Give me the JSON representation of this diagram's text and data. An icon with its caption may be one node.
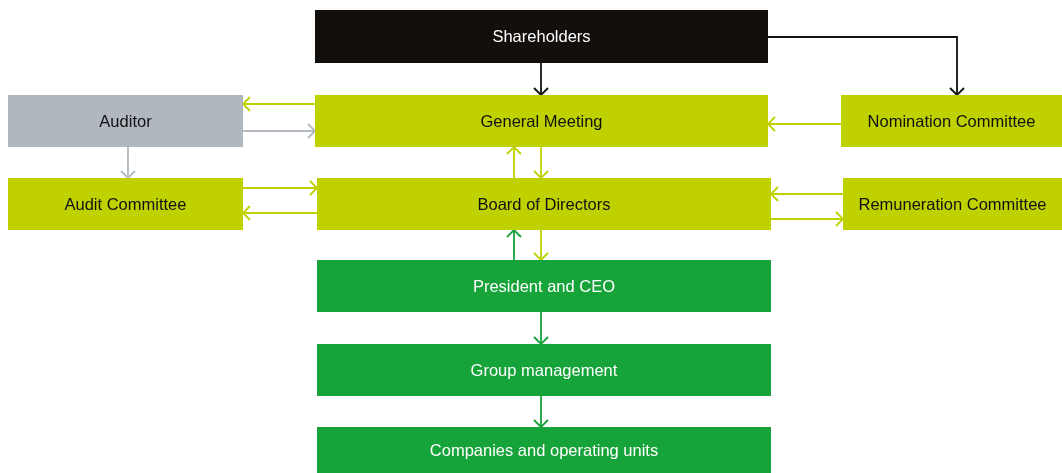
{
  "diagram": {
    "nodes": [
      {
        "text": [
          "Shareholders"
        ]
      },
      {
        "text": [
          "Auditor"
        ]
      },
      {
        "text": [
          "General Meeting"
        ]
      },
      {
        "text": [
          "Nomination Committee"
        ]
      },
      {
        "text": [
          "Audit Committee"
        ]
      },
      {
        "text": [
          "Board of Directors"
        ]
      },
      {
        "text": [
          "Remuneration Committee"
        ]
      },
      {
        "text": [
          "President and CEO"
        ]
      },
      {
        "text": [
          "Group management"
        ]
      },
      {
        "text": [
          "Companies and operating units"
        ]
      }
    ],
    "edges": [
      {
        "from": 0,
        "to": 2,
        "arrow": "to",
        "color": "#111111"
      },
      {
        "from": 0,
        "to": 3,
        "arrow": "to",
        "color": "#111111"
      },
      {
        "from": 2,
        "to": 1,
        "arrow": "to"
      },
      {
        "from": 1,
        "to": 2,
        "arrow": "to",
        "color": "#b3b9c1"
      },
      {
        "from": 1,
        "to": 4,
        "arrow": "to",
        "color": "#b3b9c1"
      },
      {
        "from": 3,
        "to": 2,
        "arrow": "to"
      },
      {
        "from": 5,
        "to": 2,
        "arrow": "to"
      },
      {
        "from": 2,
        "to": 5,
        "arrow": "to"
      },
      {
        "from": 4,
        "to": 5,
        "arrow": "to"
      },
      {
        "from": 5,
        "to": 4,
        "arrow": "to"
      },
      {
        "from": 6,
        "to": 5,
        "arrow": "to"
      },
      {
        "from": 5,
        "to": 6,
        "arrow": "to"
      },
      {
        "from": 7,
        "to": 5,
        "arrow": "to",
        "color": "#16a33a"
      },
      {
        "from": 5,
        "to": 7,
        "arrow": "to"
      },
      {
        "from": 7,
        "to": 8,
        "arrow": "to",
        "color": "#16a33a"
      },
      {
        "from": 8,
        "to": 9,
        "arrow": "to",
        "color": "#16a33a"
      }
    ]
  }
}
